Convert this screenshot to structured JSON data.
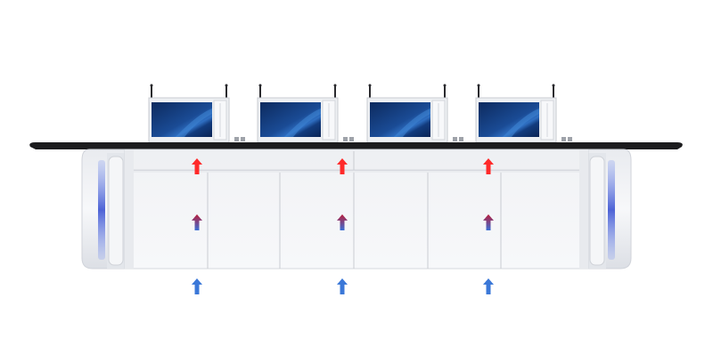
{
  "console": {
    "monitor_count": 4,
    "cabinet_panels": 6,
    "airflow_columns": 3,
    "colors": {
      "desktop": "#1c1c1e",
      "body": "#f4f5f7",
      "panel_line": "#c9ccd2",
      "end_accent": "#4d63d6",
      "monitor_frame": "#eef0f3",
      "screen": "#12346e",
      "hot_air": "#ff2a2a",
      "warm_air_top": "#b81e3c",
      "warm_air_bottom": "#3b6fd6",
      "cold_air": "#3b78d8"
    },
    "icons": {
      "hot": "arrow-up-icon",
      "mixed": "arrow-up-icon",
      "cold": "arrow-up-icon"
    }
  }
}
